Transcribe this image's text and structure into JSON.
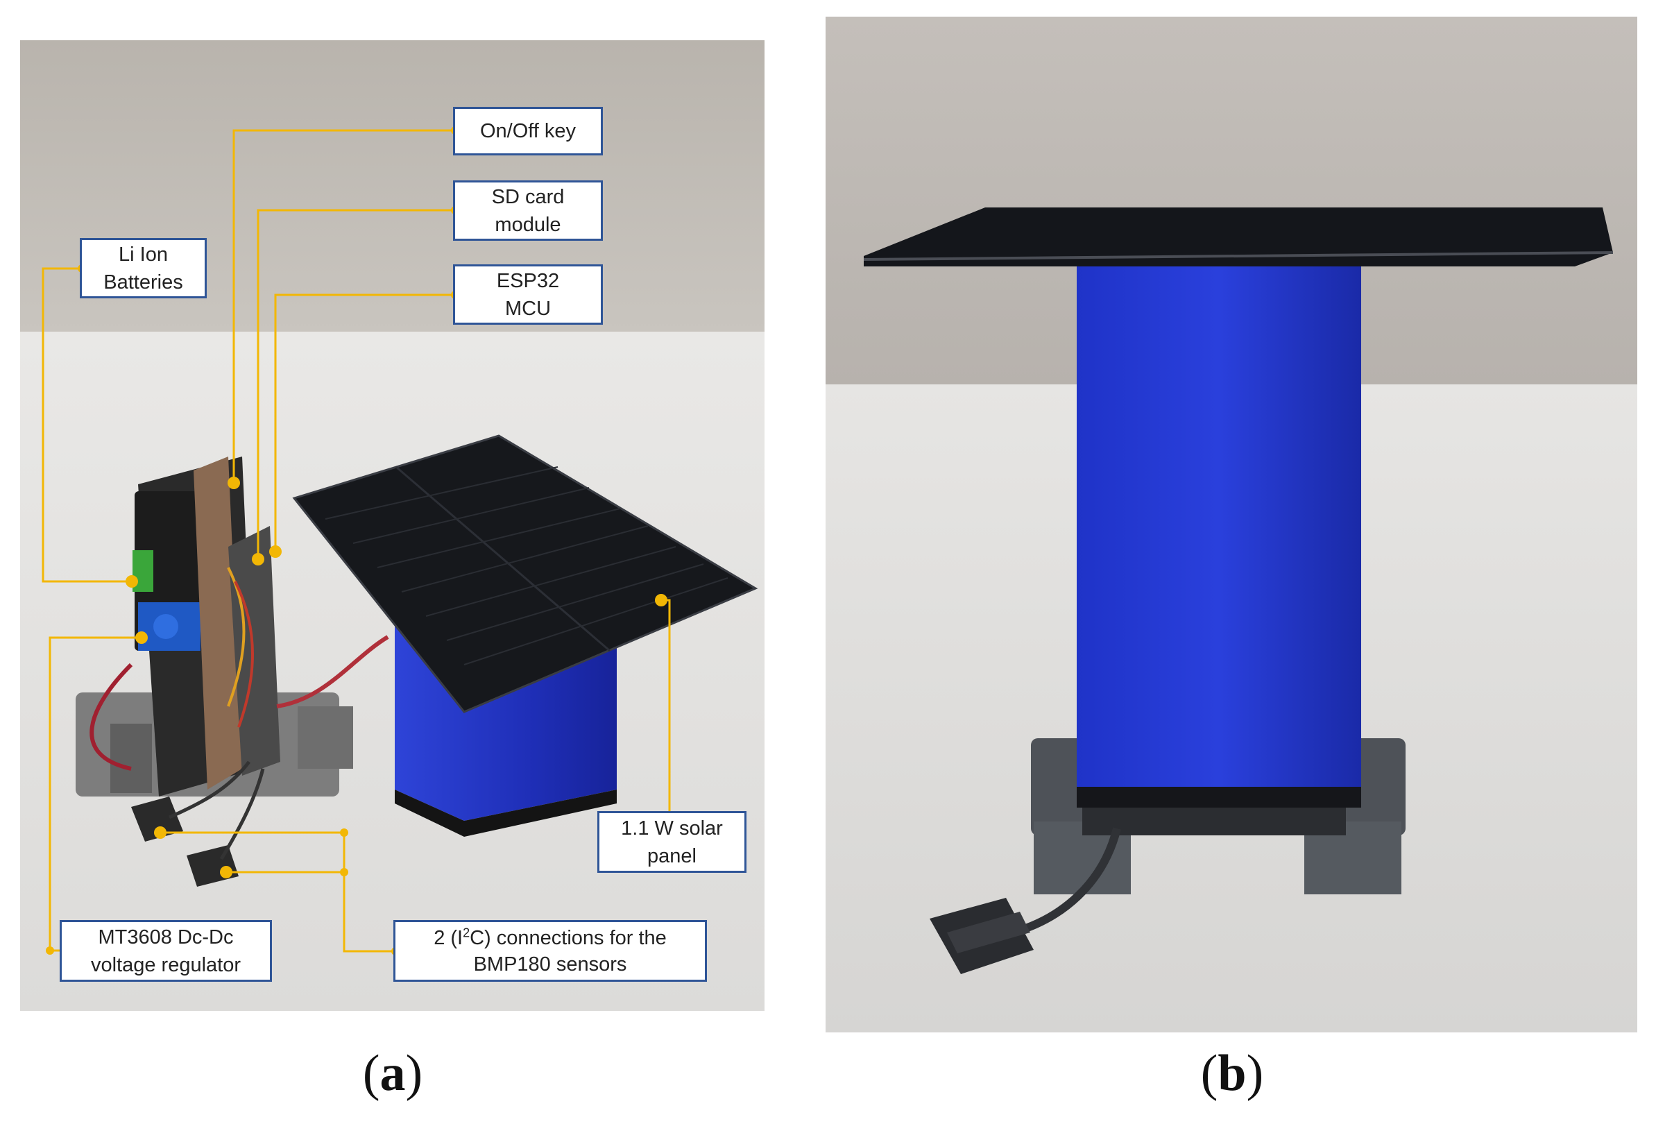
{
  "panel_a": {
    "labels": {
      "on_off": "On/Off key",
      "sd_card": "SD card\nmodule",
      "li_ion": "Li Ion\nBatteries",
      "esp32": "ESP32\nMCU",
      "solar_panel": "1.1 W solar\npanel",
      "regulator": "MT3608 Dc-Dc\nvoltage regulator",
      "i2c_prefix": "2 (I",
      "i2c_sup": "2",
      "i2c_suffix": "C) connections for the",
      "i2c_line2": "BMP180 sensors"
    },
    "caption": "(a)"
  },
  "panel_b": {
    "caption": "(b)"
  },
  "colors": {
    "leader_line": "#f2b705",
    "box_border": "#2f5597",
    "panel_blue": "#2233cc",
    "solar_black": "#16181c"
  }
}
